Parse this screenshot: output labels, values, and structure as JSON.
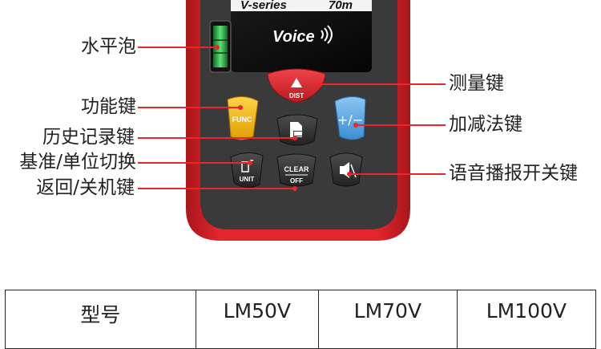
{
  "device": {
    "series_text": "V-series",
    "range_text": "70m",
    "voice_text": "Voice"
  },
  "keys": {
    "dist": "DIST",
    "func": "FUNC",
    "unit": "UNIT",
    "clear": "CLEAR",
    "off": "OFF"
  },
  "labels": {
    "bubble_level": "水平泡",
    "function_key": "功能键",
    "history_key": "历史记录键",
    "reference_unit": "基准/单位切换",
    "back_power": "返回/关机键",
    "measure_key": "测量键",
    "add_subtract_key": "加减法键",
    "voice_switch_key": "语音播报开关键"
  },
  "spec_table": {
    "header": [
      "型号",
      "LM50V",
      "LM70V",
      "LM100V"
    ]
  },
  "colors": {
    "accent_red": "#e8262c",
    "body_red": "#d72027",
    "keypad_gray": "#4a4a4a",
    "func_yellow": "#f6c21c",
    "plus_blue": "#5aa9e6",
    "level_green": "#2fb34a"
  }
}
